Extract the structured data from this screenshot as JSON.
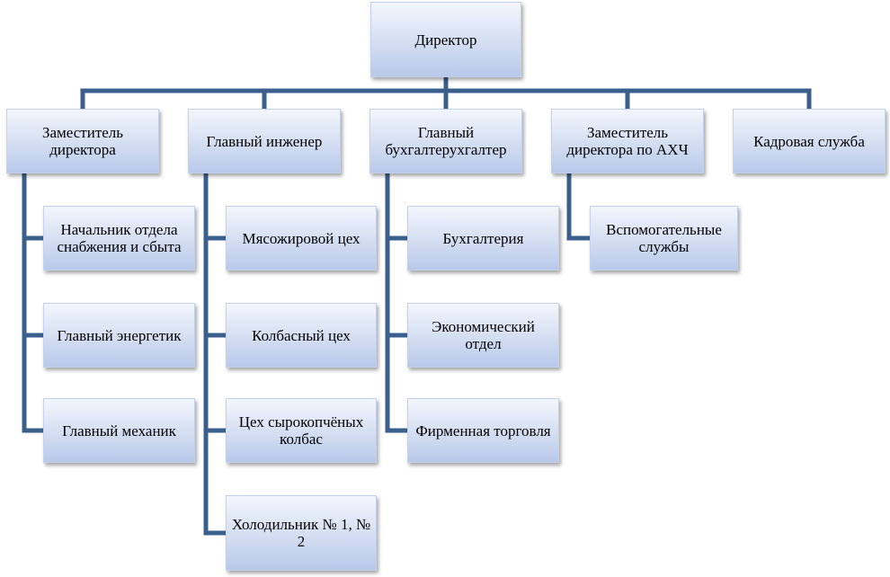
{
  "org_chart": {
    "root": {
      "label": "Директор"
    },
    "branches": [
      {
        "label": "Заместитель директора",
        "children": [
          "Начальник отдела снабжения и сбыта",
          "Главный энергетик",
          "Главный механик"
        ]
      },
      {
        "label": "Главный инженер",
        "children": [
          "Мясожировой цех",
          "Колбасный цех",
          "Цех сырокопчёных колбас",
          "Холодильник № 1, № 2"
        ]
      },
      {
        "label": "Главный бухгалтерухгалтер",
        "children": [
          "Бухгалтерия",
          "Экономический отдел",
          "Фирменная торговля"
        ]
      },
      {
        "label": "Заместитель директора по АХЧ",
        "children": [
          "Вспомогательные службы"
        ]
      },
      {
        "label": "Кадровая служба",
        "children": []
      }
    ]
  },
  "colors": {
    "connector": "#3b5f8c",
    "box_top": "#f3f6fc",
    "box_bottom": "#b8c9ea"
  }
}
